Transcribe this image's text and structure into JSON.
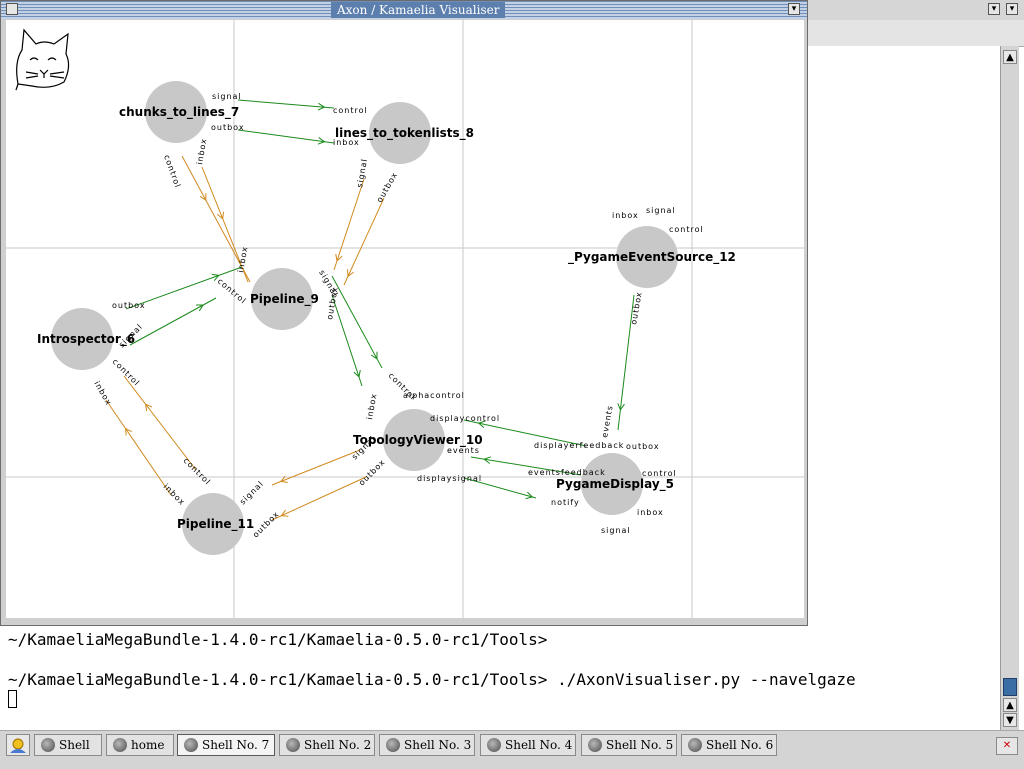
{
  "window": {
    "title": "Axon / Kamaelia Visualiser"
  },
  "terminal": {
    "lines": [
      "~/KamaeliaMegaBundle-1.4.0-rc1/Kamaelia-0.5.0-rc1/Tools>",
      "",
      "~/KamaeliaMegaBundle-1.4.0-rc1/Kamaelia-0.5.0-rc1/Tools> ./AxonVisualiser.py --navelgaze"
    ]
  },
  "graph": {
    "node_color": "#c8c8c8",
    "inbox_link_color": "#d08a1e",
    "outbox_link_color": "#1a8a1a",
    "nodes": [
      {
        "id": "chunks_to_lines_7",
        "label": "chunks_to_lines_7"
      },
      {
        "id": "lines_to_tokenlists_8",
        "label": "lines_to_tokenlists_8"
      },
      {
        "id": "Pipeline_9",
        "label": "Pipeline_9"
      },
      {
        "id": "Introspector_6",
        "label": "Introspector_6"
      },
      {
        "id": "_PygameEventSource_12",
        "label": "_PygameEventSource_12"
      },
      {
        "id": "TopologyViewer_10",
        "label": "TopologyViewer_10"
      },
      {
        "id": "PygameDisplay_5",
        "label": "PygameDisplay_5"
      },
      {
        "id": "Pipeline_11",
        "label": "Pipeline_11"
      }
    ],
    "postboxes": {
      "c7_signal": "signal",
      "c7_outbox": "outbox",
      "c7_control": "control",
      "c7_inbox": "inbox",
      "l8_control": "control",
      "l8_inbox": "inbox",
      "l8_signal": "signal",
      "l8_outbox": "outbox",
      "p9_inbox": "inbox",
      "p9_control": "control",
      "p9_signal": "signal",
      "p9_outbox": "outbox",
      "i6_outbox": "outbox",
      "i6_signal": "signal",
      "i6_control": "control",
      "i6_inbox": "inbox",
      "e12_inbox": "inbox",
      "e12_signal": "signal",
      "e12_control": "control",
      "e12_outbox": "outbox",
      "t10_alphacontrol": "alphacontrol",
      "t10_control": "control",
      "t10_inbox": "inbox",
      "t10_displaycontrol": "displaycontrol",
      "t10_events": "events",
      "t10_displaysignal": "displaysignal",
      "t10_signal": "signal",
      "t10_outbox": "outbox",
      "d5_displayerfeedback": "displayerfeedback",
      "d5_outbox": "outbox",
      "d5_eventsfeedback": "eventsfeedback",
      "d5_control": "control",
      "d5_events": "events",
      "d5_notify": "notify",
      "d5_inbox": "inbox",
      "d5_signal": "signal",
      "p11_control": "control",
      "p11_inbox": "inbox",
      "p11_signal": "signal",
      "p11_outbox": "outbox"
    }
  },
  "taskbar": {
    "tasks": [
      {
        "label": "Shell",
        "active": false
      },
      {
        "label": "home",
        "active": false
      },
      {
        "label": "Shell No. 7",
        "active": true
      },
      {
        "label": "Shell No. 2",
        "active": false
      },
      {
        "label": "Shell No. 3",
        "active": false
      },
      {
        "label": "Shell No. 4",
        "active": false
      },
      {
        "label": "Shell No. 5",
        "active": false
      },
      {
        "label": "Shell No. 6",
        "active": false
      }
    ],
    "start_icon": "kde-start-icon",
    "tray_icon": "network-tray-icon"
  }
}
